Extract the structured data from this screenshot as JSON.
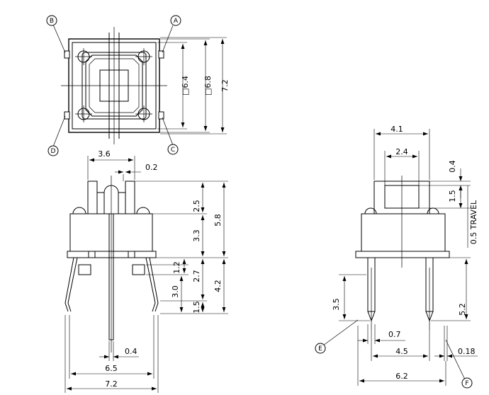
{
  "callouts": {
    "a": "A",
    "b": "B",
    "c": "C",
    "d": "D",
    "e": "E",
    "f": "F"
  },
  "top_view": {
    "dim_sq_6_4": "□6.4",
    "dim_sq_6_8": "□6.8",
    "dim_7_2": "7.2"
  },
  "front_view": {
    "dim_3_6": "3.6",
    "dim_0_2": "0.2",
    "dim_2_5": "2.5",
    "dim_3_3": "3.3",
    "dim_5_8": "5.8",
    "dim_1_2": "1.2",
    "dim_2_7": "2.7",
    "dim_4_2": "4.2",
    "dim_3_0": "3.0",
    "dim_1_5": "1.5",
    "dim_0_4": "0.4",
    "dim_6_5": "6.5",
    "dim_7_2": "7.2"
  },
  "side_view": {
    "dim_4_1": "4.1",
    "dim_2_4": "2.4",
    "dim_0_4": "0.4",
    "dim_1_5": "1.5",
    "dim_travel": "0.5 TRAVEL",
    "dim_3_5": "3.5",
    "dim_5_2": "5.2",
    "dim_0_7": "0.7",
    "dim_4_5": "4.5",
    "dim_0_18": "0.18",
    "dim_6_2": "6.2"
  }
}
